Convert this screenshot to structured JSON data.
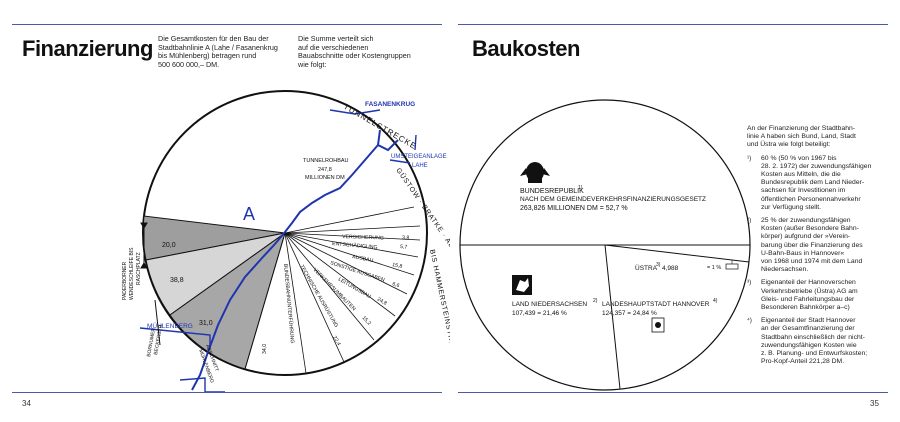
{
  "left_page": {
    "title": "Finanzierung",
    "intro_1": "Die Gesamtkosten für den Bau der\nStadtbahnlinie A (Lahe / Fasanenkrug\nbis Mühlenberg) betragen rund\n500 600 000,– DM.",
    "intro_2": "Die Summe verteilt sich\nauf die verschiedenen\nBauabschnitte oder Kostengruppen\nwie folgt:",
    "page_number": "34",
    "map_labels": {
      "fasanenkrug": "FASANENKRUG",
      "tunnelstrecke": "TUNNELSTRECKE",
      "umsteigeanlage": "UMSTEIGEANLAGE",
      "lahe": "LAHE",
      "line_letter": "A",
      "muehlenberg": "MÜHLENBERG",
      "abschnitt": "ABSCHNITT",
      "muehlenberg_2": "MÜHLENBERG"
    },
    "outer_labels": {
      "guestow": "GÜSTOW · BRATKE · ALLEE",
      "hammersteinstrasse": "BIS HAMMERSTEINSTR.",
      "paderborner": "PADERBORNER",
      "ab_rasch": "WENDESCHLEIFE BIS",
      "raschplatz": "RASCHPLATZ",
      "bornumer": "BORNUMER",
      "beckerstr": "BECKERSTR."
    },
    "chart_labels": {
      "tunnel_title_1": "TUNNELROHBAU",
      "tunnel_value": "247,8",
      "tunnel_title_2": "MILLIONEN DM",
      "v1_label": "VERSICHERUNG",
      "v1_value": "3,8",
      "v2_label": "ENTSCHÄDIGUNG",
      "v2_value": "5,7",
      "v3_label": "AUSBAU",
      "v3_value": "15,8",
      "v4_label": "SONSTIGE AUSGABEN",
      "v4_value": "6,6",
      "v5_label": "LEITUNGSBAU",
      "v5_value": "24,8",
      "v6_label": "VERKEHRSUMBAUTEN",
      "v6_value": "15,2",
      "v7_label": "TECHNISCHE AUSRÜSTUNG",
      "v7_value": "22,4",
      "v8_label": "BUNDESBAHNUNTERFÜHRUNG",
      "v8_value": "34,0",
      "s1_value": "20,0",
      "s2_value": "38,8",
      "s3_value": "31,0"
    }
  },
  "right_page": {
    "title": "Baukosten",
    "page_number": "35",
    "pie": {
      "bund_label_1": "BUNDESREPUBLIK",
      "bund_note": "1)",
      "bund_label_2": "NACH DEM  GEMEINDEVERKEHRSFINANZIERUNGSGESETZ",
      "bund_value": "263,826  MILLIONEN  DM  = 52,7 %",
      "land_label": "LAND NIEDERSACHSEN",
      "land_note": "2)",
      "land_value": "107,439  = 21,46 %",
      "stadt_label": "LANDESHAUPTSTADT  HANNOVER",
      "stadt_note": "4)",
      "stadt_value": "124,357  = 24,84 %",
      "ustra_label": "ÜSTRA",
      "ustra_note": "3)",
      "ustra_value": "4,988",
      "ustra_pct": "= 1 %"
    },
    "sidebar": {
      "lead": "An der Finanzierung der Stadtbahn-\nlinie A haben sich Bund, Land, Stadt\nund Üstra wie folgt beteiligt:",
      "notes": [
        {
          "num": "¹)",
          "text": "60 % (50 % von 1967 bis\n28. 2. 1972) der zuwendungsfähigen\nKosten aus Mitteln, die die\nBundesrepublik dem Land Nieder-\nsachsen für Investitionen im\nöffentlichen Personennahverkehr\nzur Verfügung stellt."
        },
        {
          "num": "²)",
          "text": "25 % der zuwendungsfähigen\nKosten (außer Besondere Bahn-\nkörper) aufgrund der »Verein-\nbarung über die Finanzierung des\nU-Bahn-Baus in Hannover«\nvon 1968 und 1974 mit dem Land\nNiedersachsen."
        },
        {
          "num": "³)",
          "text": "Eigenanteil der Hannoverschen\nVerkehrsbetriebe (Üstra) AG am\nGleis- und Fahrleitungsbau der\nBesonderen Bahnkörper a–c)"
        },
        {
          "num": "⁴)",
          "text": "Eigenanteil der Stadt Hannover\nan der Gesamtfinanzierung der\nStadtbahn einschließlich der nicht-\nzuwendungsfähigen Kosten wie\nz. B. Planung- und Entwurfskosten;\nPro-Kopf-Anteil 221,28 DM."
        }
      ]
    }
  },
  "colors": {
    "rule": "#4a5aa8",
    "route_blue": "#1f35b0",
    "dark_gray": "#9a9a9a",
    "mid_gray": "#bdbdbd",
    "light_gray": "#d9d9d9"
  }
}
